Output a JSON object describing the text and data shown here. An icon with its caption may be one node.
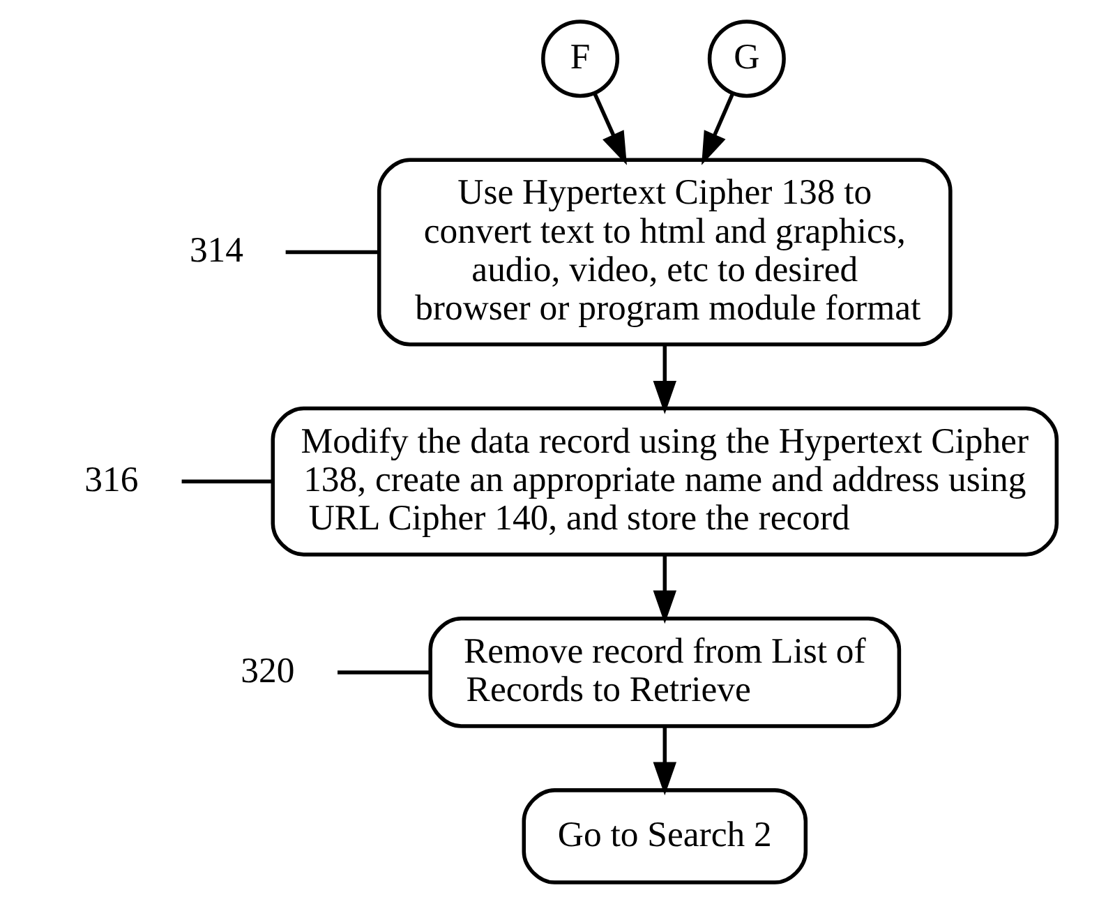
{
  "diagram": {
    "nodes": [
      {
        "text": [
          "F"
        ]
      },
      {
        "text": [
          "G"
        ]
      },
      {
        "text": [
          "314"
        ]
      },
      {
        "text": [
          "Use Hypertext Cipher 138 to convert text to html and graphics, audio, video, etc to desired browser or program module format"
        ]
      },
      {
        "text": [
          "316"
        ]
      },
      {
        "text": [
          "Modify the data record using the Hypertext Cipher 138, create an appropriate name and address using URL Cipher 140, and store the record"
        ]
      },
      {
        "text": [
          "320"
        ]
      },
      {
        "text": [
          "Remove record from List of Records to Retrieve"
        ]
      },
      {
        "text": [
          "Go to Search 2"
        ]
      }
    ],
    "edges": [
      {
        "from": 0,
        "to": 3,
        "arrow": "to"
      },
      {
        "from": 1,
        "to": 3,
        "arrow": "to"
      },
      {
        "from": 3,
        "to": 5,
        "arrow": "to"
      },
      {
        "from": 5,
        "to": 7,
        "arrow": "to"
      },
      {
        "from": 7,
        "to": 8,
        "arrow": "to"
      },
      {
        "from": 2,
        "to": 3,
        "arrow": "none"
      },
      {
        "from": 4,
        "to": 5,
        "arrow": "none"
      },
      {
        "from": 6,
        "to": 7,
        "arrow": "none"
      }
    ]
  }
}
